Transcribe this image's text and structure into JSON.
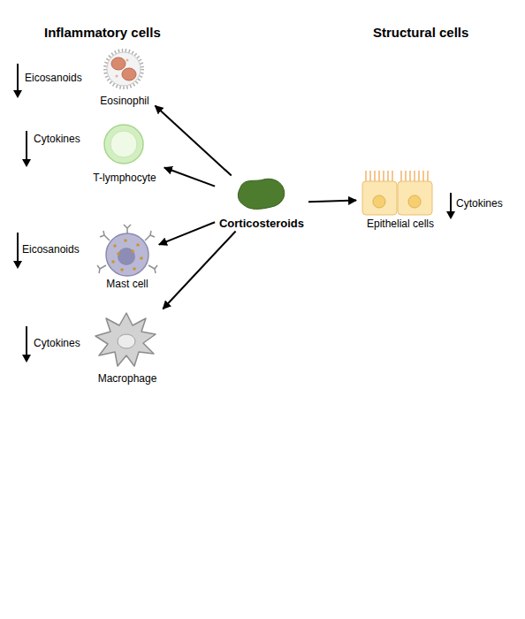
{
  "diagram": {
    "nodes": [
      {
        "text": [
          "Eosinophil"
        ]
      },
      {
        "text": [
          "T-lymphocyte"
        ]
      },
      {
        "text": [
          "Corticosteroids"
        ]
      },
      {
        "text": [
          "Epithelial cells"
        ]
      },
      {
        "text": [
          "Mast cell"
        ]
      },
      {
        "text": [
          "Macrophage"
        ]
      }
    ],
    "edges": [
      {
        "from": 2,
        "to": 0,
        "arrow": "to"
      },
      {
        "from": 2,
        "to": 1,
        "arrow": "to"
      },
      {
        "from": 2,
        "to": 3,
        "arrow": "to"
      },
      {
        "from": 2,
        "to": 4,
        "arrow": "to"
      },
      {
        "from": 2,
        "to": 5,
        "arrow": "to"
      }
    ],
    "labels": [
      "Inflammatory cells",
      "Structural cells",
      "Eicosanoids",
      "Cytokines",
      "Cytokines",
      "Eicosanoids",
      "Cytokines"
    ]
  }
}
